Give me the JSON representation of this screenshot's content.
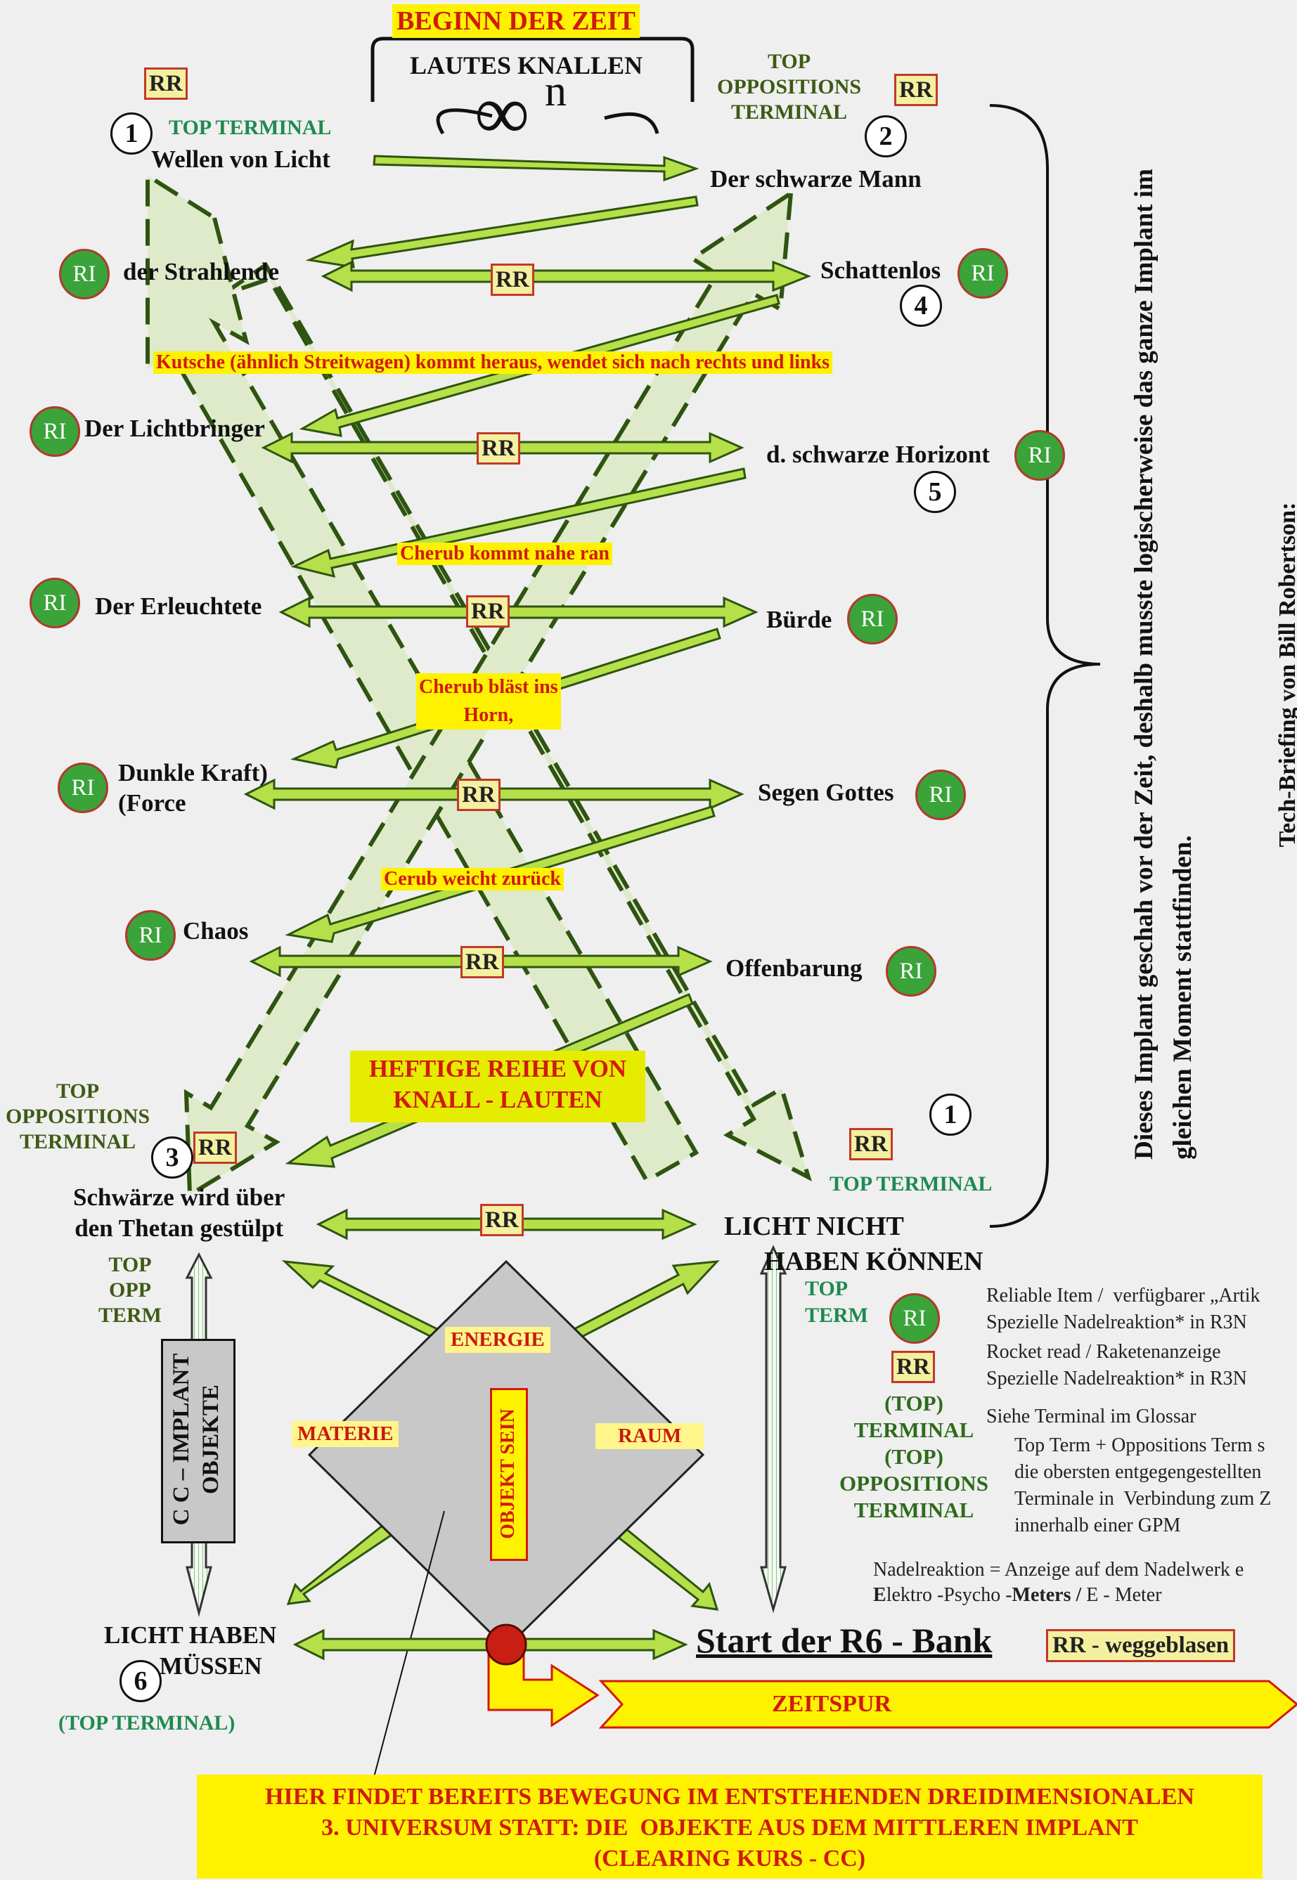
{
  "title": "BEGINN DER ZEIT",
  "lautes": "LAUTES KNALLEN",
  "infinity": "∞",
  "infinity_exp": "n",
  "nodes": {
    "n1_top_terminal": "TOP TERMINAL",
    "n1_label": "Wellen von Licht",
    "n1_number": "1",
    "n2_top_opp": "TOP\nOPPOSITIONS\nTERMINAL",
    "n2_number": "2",
    "n2_label": "Der schwarze Mann",
    "strahlende": "der Strahlende",
    "schattenlos": "Schattenlos",
    "n4_number": "4",
    "lichtbringer": "Der Lichtbringer",
    "horizont": "d. schwarze Horizont",
    "n5_number": "5",
    "erleuchtete": "Der Erleuchtete",
    "buerde": "Bürde",
    "dunkle": "Dunkle Kraft)\n(Force",
    "segen": "Segen Gottes",
    "chaos": "Chaos",
    "offenbarung": "Offenbarung",
    "n3_top_opp": "TOP\nOPPOSITIONS\nTERMINAL",
    "n3_number": "3",
    "schwaerze": "Schwärze wird über\nden Thetan gestülpt",
    "n1b_number": "1",
    "n1b_top_terminal": "TOP TERMINAL",
    "licht_nicht": "LICHT NICHT\n      HABEN KÖNNEN",
    "top_opp_term": "TOP\nOPP\nTERM",
    "top_term": "TOP\nTERM",
    "licht_haben": "LICHT HABEN\n         MÜSSEN",
    "n6_number": "6",
    "n6_top_terminal": "(TOP TERMINAL)",
    "start_r6": "Start der R6 - Bank"
  },
  "rr_label": "RR",
  "ri_label": "RI",
  "captions": {
    "kutsche": "Kutsche (ähnlich Streitwagen) kommt heraus, wendet sich nach rechts und links",
    "cherub_nahe": "Cherub kommt nahe ran",
    "cherub_blaest": "Cherub bläst ins\nHorn,",
    "cerub_weicht": "Cerub weicht zurück",
    "heftige": "HEFTIGE REIHE VON\nKNALL - LAUTEN"
  },
  "implant_box": "C C – IMPLANT\nOBJEKTE",
  "diamond": {
    "energie": "ENERGIE",
    "materie": "MATERIE",
    "raum": "RAUM",
    "objekt_sein": "OBJEKT SEIN"
  },
  "zeitspur": "ZEITSPUR",
  "rr_weggeblasen": "RR - weggeblasen",
  "bottom_note": "HIER FINDET BEREITS BEWEGUNG IM ENTSTEHENDEN DREIDIMENSIONALEN\n3. UNIVERSUM STATT: DIE  OBJEKTE AUS DEM MITTLEREN IMPLANT\n(CLEARING KURS - CC)",
  "vertical_note": "Dieses Implant geschah vor der Zeit, deshalb musste logischerweise das ganze Implant im\ngleichen Moment stattfinden.",
  "side_credit": "Tech-Briefing von Bill Robertson:",
  "legend": {
    "ri_desc": "Reliable Item /  verfügbarer „Artik\nSpezielle Nadelreaktion* in R3N",
    "rr_desc": "Rocket read / Raketenanzeige\nSpezielle Nadelreaktion* in R3N",
    "term_label": "(TOP)\nTERMINAL\n(TOP)\nOPPOSITIONS\nTERMINAL",
    "term_desc1": "Siehe Terminal im Glossar",
    "term_desc2": "Top Term + Oppositions Term s\ndie obersten entgegengestellten\nTerminale in  Verbindung zum Z\ninnerhalb einer GPM",
    "nadel1": "Nadelreaktion = Anzeige auf dem Nadelwerk e",
    "nadel2_b1": "E",
    "nadel2_t1": "lektro -Psycho -",
    "nadel2_b2": "Meters /",
    "nadel2_t2": " E - Meter"
  },
  "colors": {
    "arrow": "#b5e04a",
    "arrow_outline": "#2e5410",
    "highlight": "#fff200",
    "red": "#d11a0e",
    "green": "#3aa33a"
  }
}
